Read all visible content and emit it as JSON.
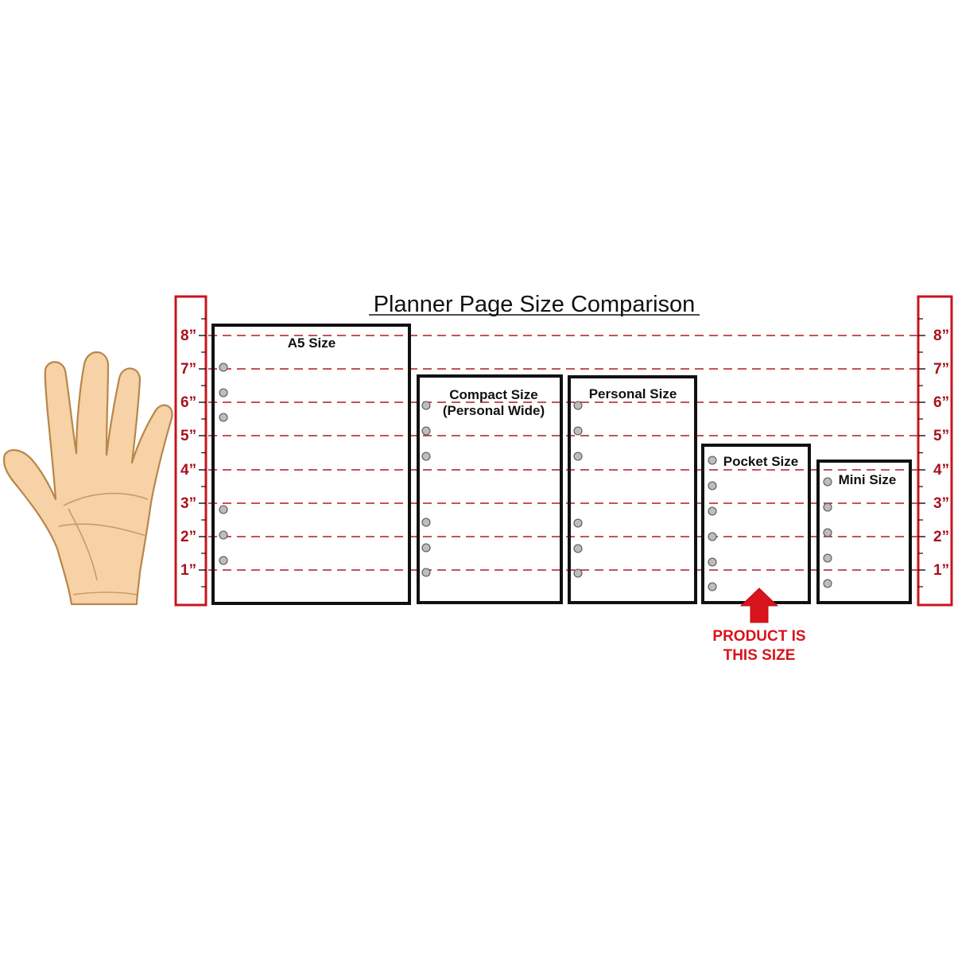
{
  "title": "Planner Page Size Comparison",
  "ruler_labels": [
    "8”",
    "7”",
    "6”",
    "5”",
    "4”",
    "3”",
    "2”",
    "1”"
  ],
  "pages": [
    {
      "label": "A5 Size"
    },
    {
      "label_line1": "Compact Size",
      "label_line2": "(Personal Wide)"
    },
    {
      "label": "Personal Size"
    },
    {
      "label": "Pocket Size"
    },
    {
      "label": "Mini Size"
    }
  ],
  "callout": {
    "line1": "PRODUCT IS",
    "line2": "THIS SIZE"
  },
  "colors": {
    "ruler_red": "#c8141e",
    "tick_text": "#a8111c",
    "dashed_line": "#b01a24",
    "callout_red": "#d8141c",
    "page_border": "#111111",
    "hole_fill": "#bdbdbd",
    "skin": "#f6d2a6",
    "skin_outline": "#b8864a"
  },
  "icons": [
    "hand-illustration",
    "up-arrow-icon"
  ]
}
